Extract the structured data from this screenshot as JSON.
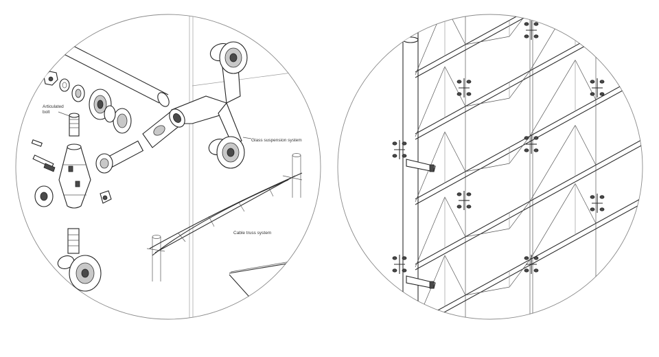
{
  "labels": {
    "articulated_bolt_line1": "Articulated",
    "articulated_bolt_line2": "bolt",
    "glass_suspension": "Glass suspension system",
    "cable_truss": "Cable truss system"
  },
  "colors": {
    "line": "#2b2b2b",
    "fill_dark": "#4a4a4a",
    "fill_grey": "#c8c8c8",
    "background": "#ffffff"
  }
}
